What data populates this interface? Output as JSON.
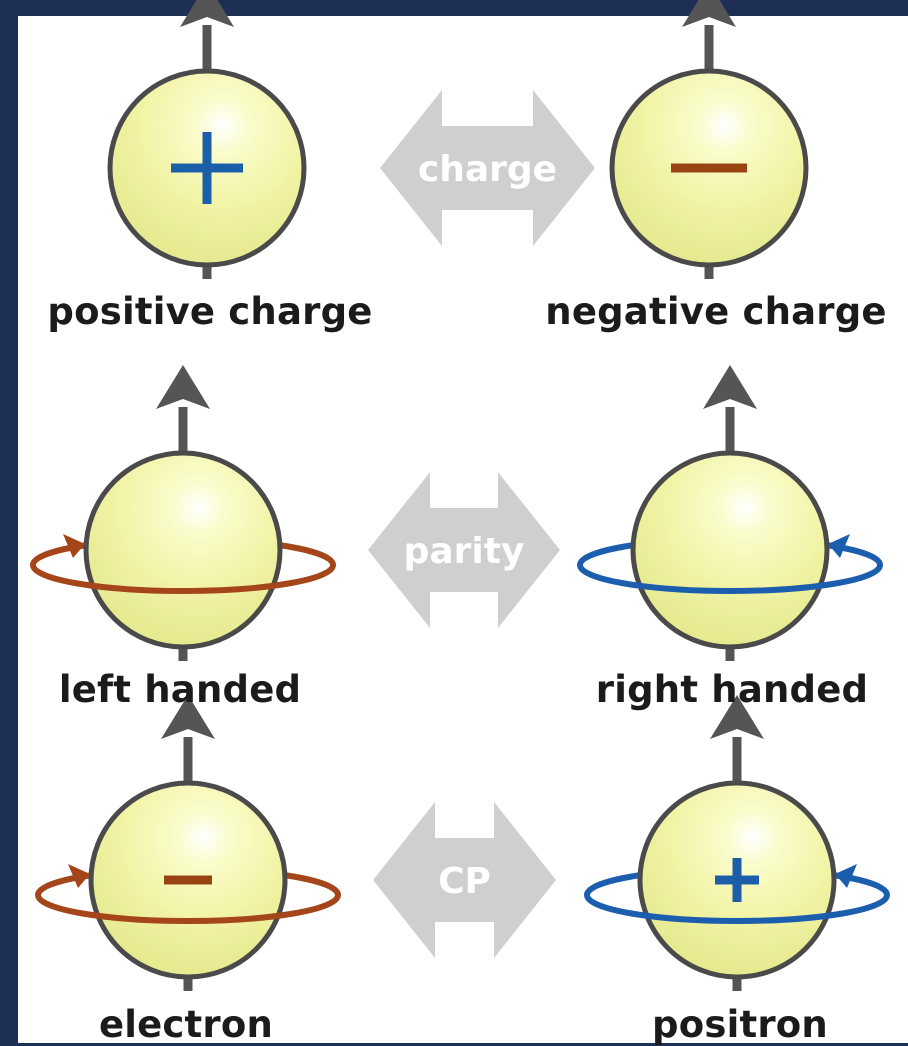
{
  "rows": [
    {
      "left": {
        "label": "positive charge",
        "sign": "+",
        "spin": "none"
      },
      "arrow": {
        "text": "charge"
      },
      "right": {
        "label": "negative charge",
        "sign": "-",
        "spin": "none"
      }
    },
    {
      "left": {
        "label": "left handed",
        "sign": "",
        "spin": "left"
      },
      "arrow": {
        "text": "parity"
      },
      "right": {
        "label": "right handed",
        "sign": "",
        "spin": "right"
      }
    },
    {
      "left": {
        "label": "electron",
        "sign": "-",
        "spin": "left"
      },
      "arrow": {
        "text": "CP"
      },
      "right": {
        "label": "positron",
        "sign": "+",
        "spin": "right"
      }
    }
  ],
  "colors": {
    "ball_fill": "#f2f4a8",
    "ball_stroke": "#4a4a4a",
    "axis": "#555555",
    "plus": "#1a5fa8",
    "minus": "#9a4312",
    "left_orbit": "#a5461a",
    "right_orbit": "#1c5eae",
    "double_arrow": "#cfcfcf",
    "double_arrow_text": "#ffffff"
  },
  "icons": {
    "ball": "sphere",
    "axis": "spin-axis-arrow",
    "orbit": "rotation-arrow",
    "double_arrow": "double-headed-arrow"
  }
}
